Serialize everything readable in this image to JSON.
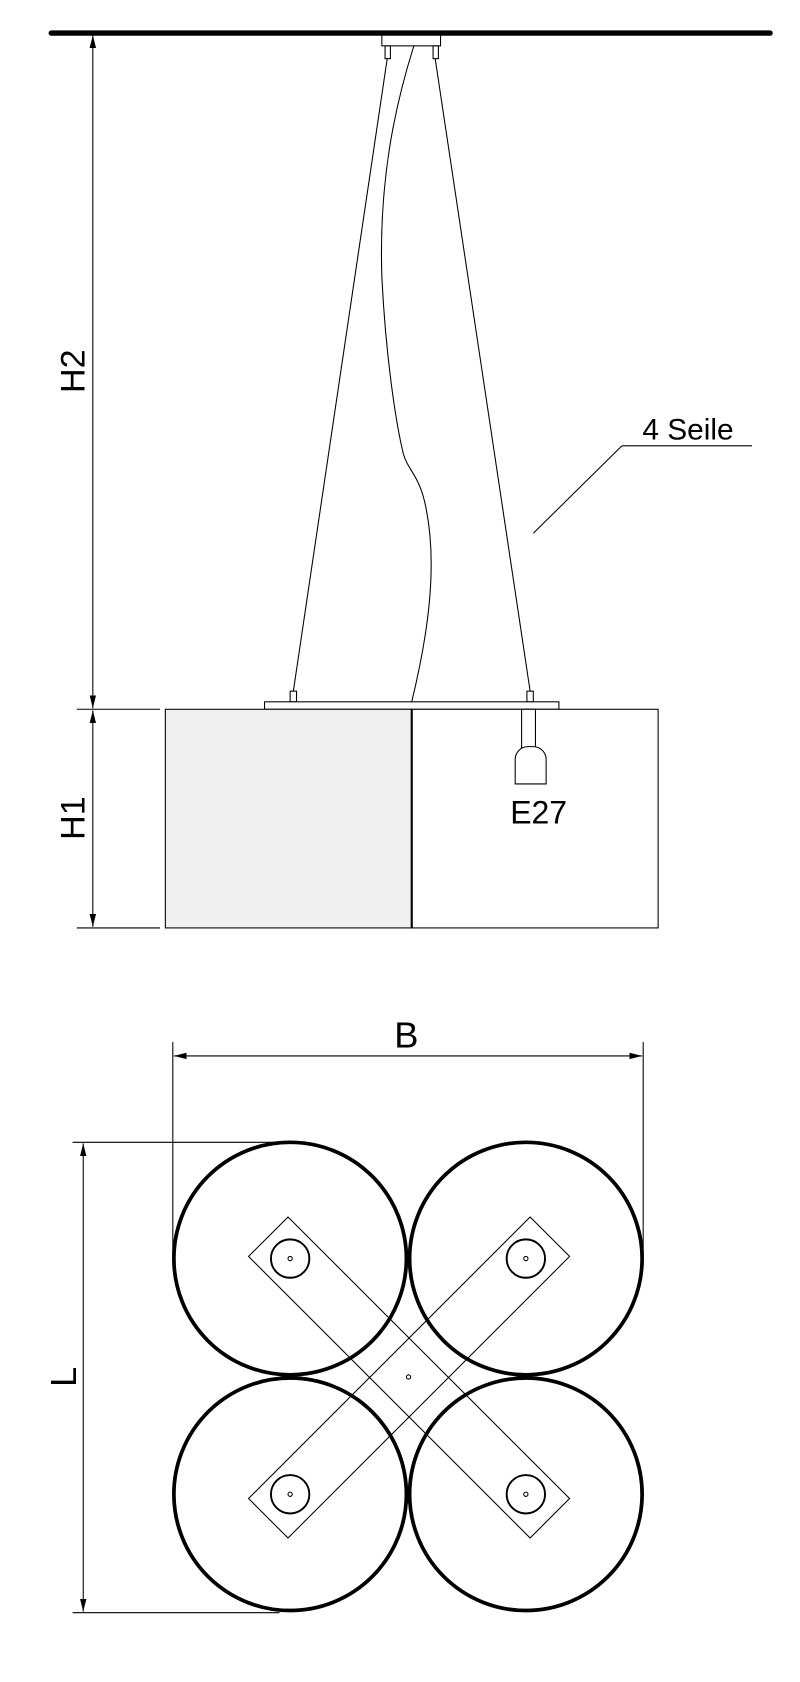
{
  "labels": {
    "h2": "H2",
    "h1": "H1",
    "cables": "4 Seile",
    "socket": "E27",
    "width": "B",
    "length": "L"
  },
  "colors": {
    "shade_fill": "#f0f0f0",
    "line": "#000000"
  }
}
